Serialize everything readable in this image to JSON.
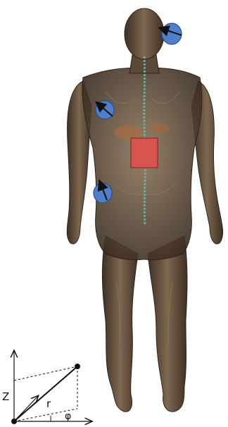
{
  "figure": {
    "colors": {
      "background": "#ffffff",
      "body_dark": "#4a3a2c",
      "body_mid": "#6b5643",
      "body_light": "#8f7a5c",
      "spine": "#6fb6a8",
      "organ": "#b06a3a",
      "sensor_fill": "#4f7fc9",
      "sensor_stroke": "#2c4f8c",
      "box_fill": "#d9534f",
      "box_stroke": "#8e2a26",
      "axis": "#111111"
    },
    "sensors": [
      {
        "name": "head-sensor",
        "icon": "arrow-icon"
      },
      {
        "name": "chest-sensor",
        "icon": "arrow-icon"
      },
      {
        "name": "hip-sensor",
        "icon": "arrow-icon"
      }
    ],
    "reference_box": {
      "name": "torso-box"
    }
  },
  "coordinate_axes": {
    "z_label": "Z",
    "r_label": "r",
    "phi_label": "φ"
  }
}
